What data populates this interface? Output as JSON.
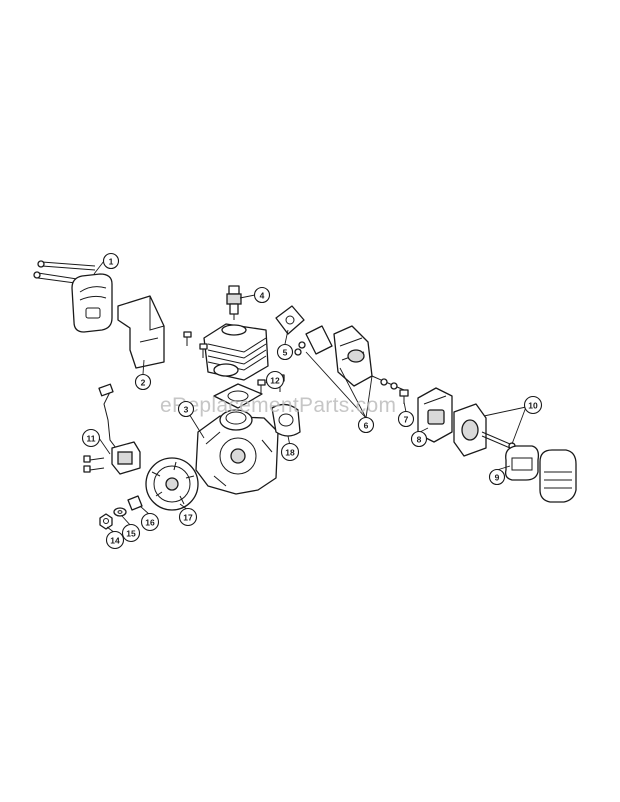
{
  "watermark": "eReplacementParts.com",
  "callouts": [
    {
      "id": "1",
      "label": "1"
    },
    {
      "id": "2",
      "label": "2"
    },
    {
      "id": "3",
      "label": "3"
    },
    {
      "id": "4",
      "label": "4"
    },
    {
      "id": "5",
      "label": "5"
    },
    {
      "id": "6",
      "label": "6"
    },
    {
      "id": "7",
      "label": "7"
    },
    {
      "id": "8",
      "label": "8"
    },
    {
      "id": "9",
      "label": "9"
    },
    {
      "id": "10",
      "label": "10"
    },
    {
      "id": "11",
      "label": "11"
    },
    {
      "id": "12",
      "label": "12"
    },
    {
      "id": "14",
      "label": "14"
    },
    {
      "id": "15",
      "label": "15"
    },
    {
      "id": "16",
      "label": "16"
    },
    {
      "id": "17",
      "label": "17"
    },
    {
      "id": "18",
      "label": "18"
    }
  ]
}
